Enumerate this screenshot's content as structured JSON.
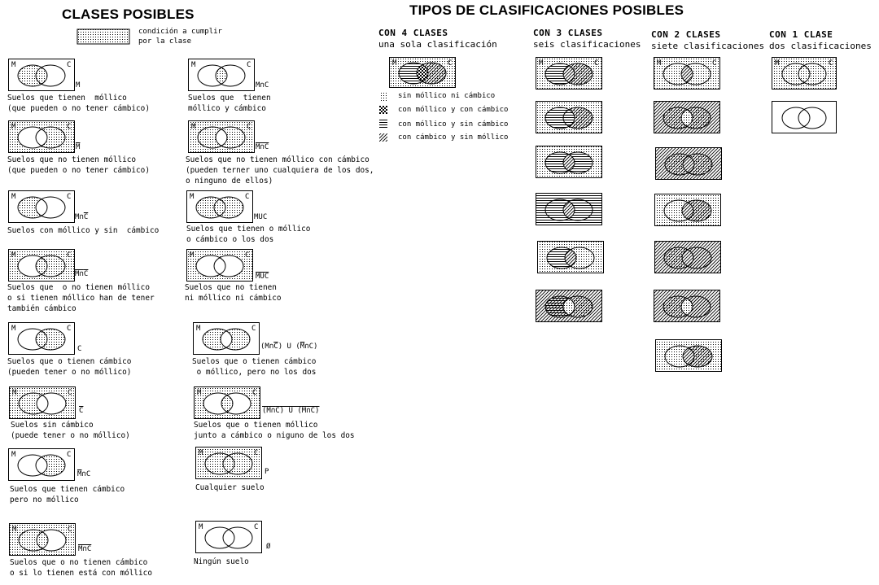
{
  "left_panel": {
    "title": "CLASES POSIBLES",
    "legend_text": [
      "condición a cumplir",
      "por la clase"
    ],
    "classes": [
      {
        "symbol": "M",
        "symbol_overline": "",
        "caption": "Suelos que tienen  móllico\n(que pueden o no tener cámbico)"
      },
      {
        "symbol": "M∩C",
        "symbol_overline": "",
        "caption": "Suelos que  tienen\nmóllico y cámbico"
      },
      {
        "symbol": "M",
        "symbol_overline": "all",
        "caption": "Suelos que no tienen móllico\n(que pueden o no tener cámbico)"
      },
      {
        "symbol": "M∩C",
        "symbol_overline": "all",
        "caption": "Suelos que no tienen móllico con cámbico\n(pueden terner uno cualquiera de los dos,\no ninguno de ellos)"
      },
      {
        "symbol": "M∩C",
        "symbol_overline": "C",
        "caption": "Suelos con móllico y sin  cámbico"
      },
      {
        "symbol": "MUC",
        "symbol_overline": "",
        "caption": "Suelos que tienen o móllico\no cámbico o los dos"
      },
      {
        "symbol": "M∩C",
        "symbol_overline": "all",
        "caption": "Suelos que  o no tienen móllico\no si tienen móllico han de tener\ntambién cámbico"
      },
      {
        "symbol": "MUC",
        "symbol_overline": "all",
        "caption": "Suelos que no tienen\nni móllico ni cámbico"
      },
      {
        "symbol": "C",
        "symbol_overline": "",
        "caption": "Suelos que o tienen cámbico\n(pueden tener o no móllico)"
      },
      {
        "symbol": "(M∩C) U (M∩C)",
        "symbol_overline": "",
        "caption": "Suelos que o tienen cámbico\n o móllico, pero no los dos"
      },
      {
        "symbol": "C",
        "symbol_overline": "all",
        "caption": "Suelos sin cámbico\n(puede tener o no móllico)"
      },
      {
        "symbol": "(M∩C) U (M∩C)",
        "symbol_overline": "all",
        "caption": "Suelos que o tienen móllico\njunto a cámbico o niguno de los dos"
      },
      {
        "symbol": "M∩C",
        "symbol_overline": "M",
        "caption": "Suelos que tienen cámbico\npero no móllico"
      },
      {
        "symbol": "P",
        "symbol_overline": "",
        "caption": "Cualquier suelo"
      },
      {
        "symbol": "M∩C",
        "symbol_overline": "all",
        "caption": "Suelos que o no tienen cámbico\no si lo tienen está con móllico"
      },
      {
        "symbol": "Ø",
        "symbol_overline": "",
        "caption": "Ningún suelo"
      }
    ]
  },
  "right_panel": {
    "title": "TIPOS DE CLASIFICACIONES POSIBLES",
    "columns": [
      {
        "heading": "CON 4  CLASES",
        "subheading": "una sola clasificación"
      },
      {
        "heading": "CON 3  CLASES",
        "subheading": "seis clasificaciones"
      },
      {
        "heading": "CON 2  CLASES",
        "subheading": "siete clasificaciones"
      },
      {
        "heading": "CON 1  CLASE",
        "subheading": "dos clasificaciones"
      }
    ],
    "legend": [
      {
        "pattern": "dots",
        "text": "sin móllico ni cámbico"
      },
      {
        "pattern": "check",
        "text": "con móllico y con cámbico"
      },
      {
        "pattern": "hlines",
        "text": "con móllico y sin cámbico"
      },
      {
        "pattern": "diag",
        "text": "con cámbico y sin móllico"
      }
    ]
  },
  "venn_labels": {
    "m": "M",
    "c": "C"
  }
}
